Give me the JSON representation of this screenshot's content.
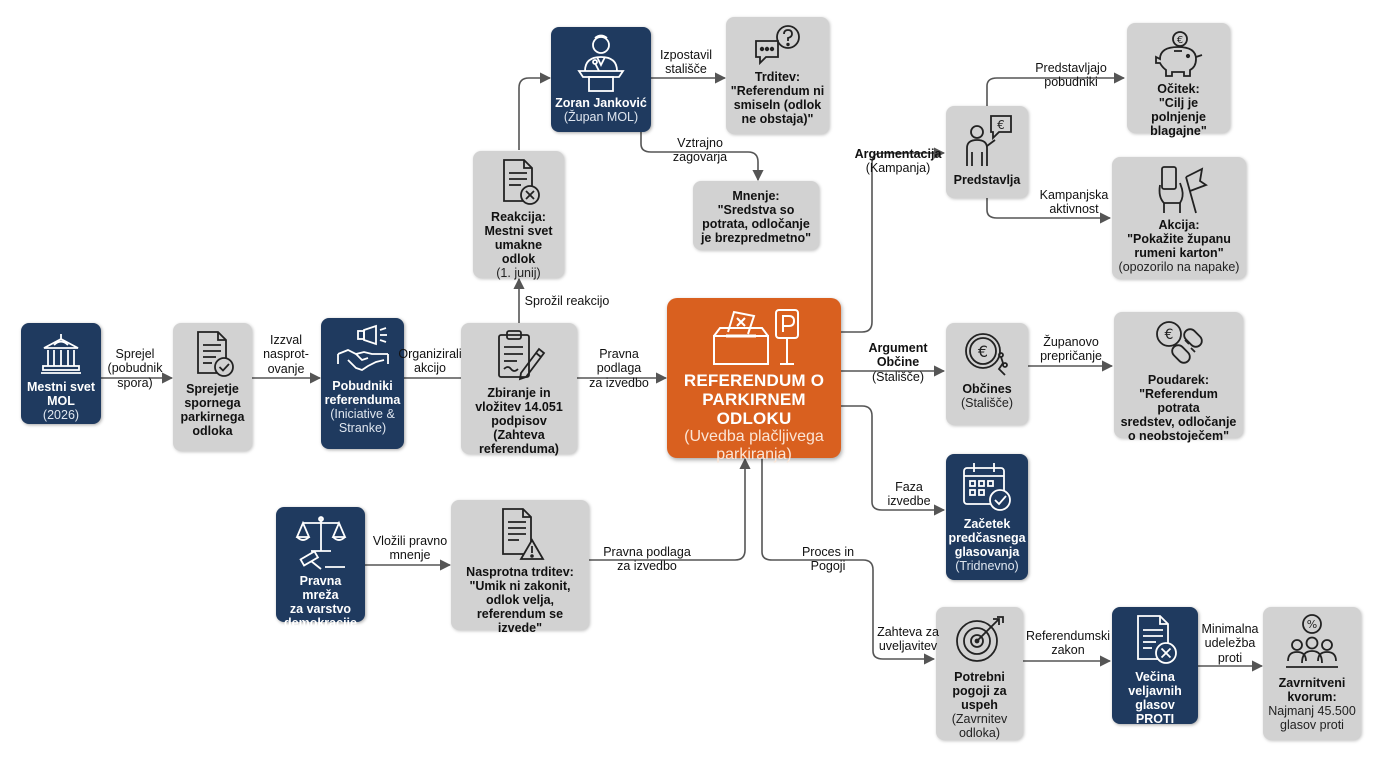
{
  "colors": {
    "navy": "#1f3a5f",
    "gray": "#d2d2d2",
    "orange": "#d9601f",
    "line": "#555555"
  },
  "nodes": {
    "mestni_svet": {
      "title": "Mestni svet\nMOL",
      "sub": "(2026)",
      "icon": "city-hall-icon"
    },
    "sprejetje": {
      "title": "Sprejetje\nspornega\nparkirnega\nodloka",
      "icon": "document-check-icon"
    },
    "pobudniki": {
      "title": "Pobudniki\nreferenduma",
      "sub": "(Iniciative &\nStranke)",
      "icon": "megaphone-handshake-icon"
    },
    "zbiranje": {
      "title": "Zbiranje in\nvložitev 14.051\npodpisov (Zahteva\nreferenduma)",
      "icon": "clipboard-pen-icon"
    },
    "reakcija": {
      "title": "Reakcija:\nMestni svet\numakne odlok",
      "sub": "(1. junij)",
      "icon": "document-cancel-icon"
    },
    "zoran": {
      "title": "Zoran Janković",
      "sub": "(Župan MOL)",
      "icon": "speaker-podium-icon"
    },
    "trditev": {
      "title": "Trditev:\n\"Referendum ni\nsmiseln (odlok\nne obstaja)\"",
      "icon": "speech-question-icon"
    },
    "mnenje": {
      "title": "Mnenje:\n\"Sredstva so\npotrata, odločanje\nje brezpredmetno\""
    },
    "referendum": {
      "title": "REFERENDUM O\nPARKIRNEM ODLOKU",
      "sub": "(Uvedba plačljivega\nparkiranja)",
      "icon": "ballot-box-parking-icon"
    },
    "pravna_mreza": {
      "title": "Pravna mreža\nza varstvo\ndemokracije",
      "icon": "scales-gavel-icon"
    },
    "nasprotna": {
      "title": "Nasprotna trditev:\n\"Umik ni zakonit,\nodlok velja,\nreferendum se izvede\"",
      "icon": "document-warning-icon"
    },
    "predstavlja": {
      "title": "Predstavlja",
      "icon": "person-euro-speech-icon"
    },
    "ocitek": {
      "title": "Očitek:\n\"Cilj je polnjenje\nblagajne\"",
      "icon": "piggy-bank-euro-icon"
    },
    "akcija": {
      "title": "Akcija:\n\"Pokažite županu\nrumeni karton\"",
      "sub": "(opozorilo na napake)",
      "icon": "hand-flag-icon"
    },
    "obcines": {
      "title": "Občines",
      "sub": "(Stališče)",
      "icon": "euro-coins-icon"
    },
    "poudarek": {
      "title": "Poudarek:\n\"Referendum potrata\nsredstev, odločanje\no neobstoječem\"",
      "icon": "euro-broken-chain-icon"
    },
    "zacetek": {
      "title": "Začetek\npredčasnega\nglasovanja",
      "sub": "(Tridnevno)",
      "icon": "calendar-check-icon"
    },
    "potrebni": {
      "title": "Potrebni\npogoji za uspeh",
      "sub": "(Zavrnitev\nodloka)",
      "icon": "target-arrow-icon"
    },
    "vecina": {
      "title": "Večina\nveljavnih\nglasov PROTI",
      "icon": "document-cancel-icon"
    },
    "kvorum": {
      "title": "Zavrnitveni\nkvorum:",
      "sub": "Najmanj 45.500\nglasov proti",
      "icon": "people-percent-icon"
    }
  },
  "edges": {
    "sprejel": {
      "text": "Sprejel\n(pobudnik\nspora)"
    },
    "izzval": {
      "text": "Izzval\nnasprot-\novanje"
    },
    "organizirali": {
      "text": "Organizirali\nakcijo"
    },
    "pravna_podlaga_1": {
      "text": "Pravna\npodlaga\nza izvedbo"
    },
    "sprozil": {
      "text": "Sprožil reakcijo"
    },
    "izpostavil": {
      "text": "Izpostavil\nstališče"
    },
    "vztrajno": {
      "text": "Vztrajno\nzagovarja"
    },
    "vlozili": {
      "text": "Vložili pravno\nmnenje"
    },
    "pravna_podlaga_2": {
      "text": "Pravna podlaga\nza izvedbo"
    },
    "argumentacija": {
      "bold": "Argumentacija",
      "text": "(Kampanja)"
    },
    "predstavljajo": {
      "text": "Predstavljajo\npobudniki"
    },
    "kampanjska": {
      "text": "Kampanjska\naktivnost"
    },
    "argument_obcine": {
      "bold": "Argument\nObčine",
      "text": "(Stališče)"
    },
    "zupanovo": {
      "text": "Županovo\nprepričanje"
    },
    "faza": {
      "text": "Faza\nizvedbe"
    },
    "proces": {
      "text": "Proces in\nPogoji"
    },
    "zahteva": {
      "text": "Zahteva za\nuveljavitev"
    },
    "referendumski": {
      "text": "Referendumski\nzakon"
    },
    "minimalna": {
      "text": "Minimalna\nudeležba\nproti"
    }
  }
}
